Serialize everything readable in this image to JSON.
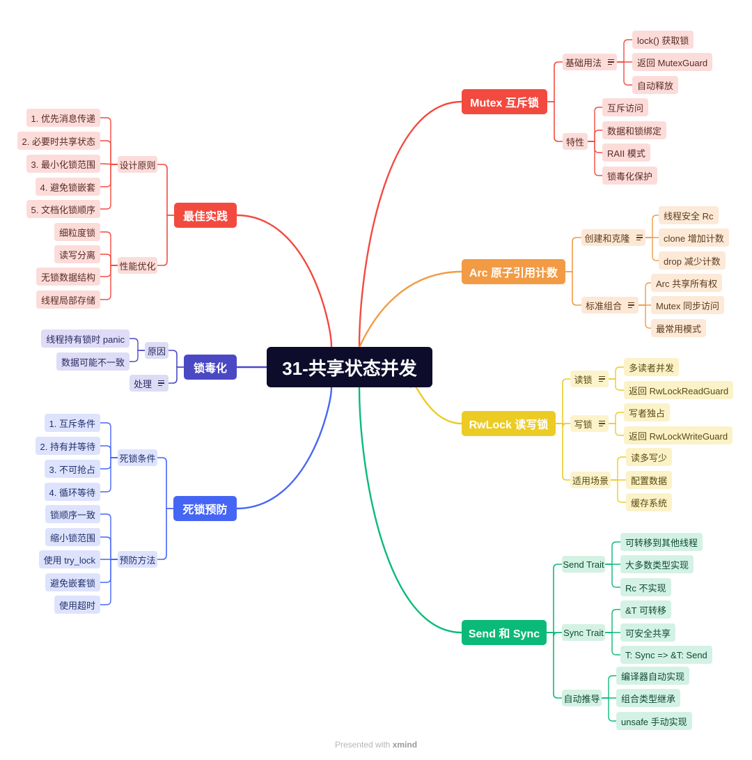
{
  "root": {
    "label": "31-共享状态并发"
  },
  "footer": {
    "prefix": "Presented with",
    "brand": "xmind"
  },
  "colors": {
    "red": "#f24a3f",
    "orange": "#f29b44",
    "yellow": "#eccb24",
    "green": "#0bba78",
    "indigo": "#4b48c4",
    "blue": "#4565f5",
    "root": "#0d0c2b"
  },
  "branches": [
    {
      "label": "Mutex 互斥锁",
      "color": "red",
      "children": [
        {
          "label": "基础用法",
          "note": true,
          "children": [
            "lock() 获取锁",
            "返回 MutexGuard",
            "自动释放"
          ]
        },
        {
          "label": "特性",
          "children": [
            "互斥访问",
            "数据和锁绑定",
            "RAII 模式",
            "锁毒化保护"
          ]
        }
      ]
    },
    {
      "label": "Arc 原子引用计数",
      "color": "orange",
      "children": [
        {
          "label": "创建和克隆",
          "note": true,
          "children": [
            "线程安全 Rc",
            "clone 增加计数",
            "drop 减少计数"
          ]
        },
        {
          "label": "标准组合",
          "note": true,
          "children": [
            "Arc 共享所有权",
            "Mutex 同步访问",
            "最常用模式"
          ]
        }
      ]
    },
    {
      "label": "RwLock 读写锁",
      "color": "yellow",
      "children": [
        {
          "label": "读锁",
          "note": true,
          "children": [
            "多读者并发",
            "返回 RwLockReadGuard"
          ]
        },
        {
          "label": "写锁",
          "note": true,
          "children": [
            "写者独占",
            "返回 RwLockWriteGuard"
          ]
        },
        {
          "label": "适用场景",
          "children": [
            "读多写少",
            "配置数据",
            "缓存系统"
          ]
        }
      ]
    },
    {
      "label": "Send 和 Sync",
      "color": "green",
      "children": [
        {
          "label": "Send Trait",
          "children": [
            "可转移到其他线程",
            "大多数类型实现",
            "Rc 不实现"
          ]
        },
        {
          "label": "Sync Trait",
          "children": [
            "&T 可转移",
            "可安全共享",
            "T: Sync => &T: Send"
          ]
        },
        {
          "label": "自动推导",
          "children": [
            "编译器自动实现",
            "组合类型继承",
            "unsafe 手动实现"
          ]
        }
      ]
    },
    {
      "label": "最佳实践",
      "color": "red",
      "children": [
        {
          "label": "设计原则",
          "children": [
            "1. 优先消息传递",
            "2. 必要时共享状态",
            "3. 最小化锁范围",
            "4. 避免锁嵌套",
            "5. 文档化锁顺序"
          ]
        },
        {
          "label": "性能优化",
          "children": [
            "细粒度锁",
            "读写分离",
            "无锁数据结构",
            "线程局部存储"
          ]
        }
      ]
    },
    {
      "label": "锁毒化",
      "color": "indigo",
      "children": [
        {
          "label": "原因",
          "children": [
            "线程持有锁时 panic",
            "数据可能不一致"
          ]
        },
        {
          "label": "处理",
          "note": true,
          "children": []
        }
      ]
    },
    {
      "label": "死锁预防",
      "color": "blue",
      "children": [
        {
          "label": "死锁条件",
          "children": [
            "1. 互斥条件",
            "2. 持有并等待",
            "3. 不可抢占",
            "4. 循环等待"
          ]
        },
        {
          "label": "预防方法",
          "children": [
            "锁顺序一致",
            "缩小锁范围",
            "使用 try_lock",
            "避免嵌套锁",
            "使用超时"
          ]
        }
      ]
    }
  ]
}
